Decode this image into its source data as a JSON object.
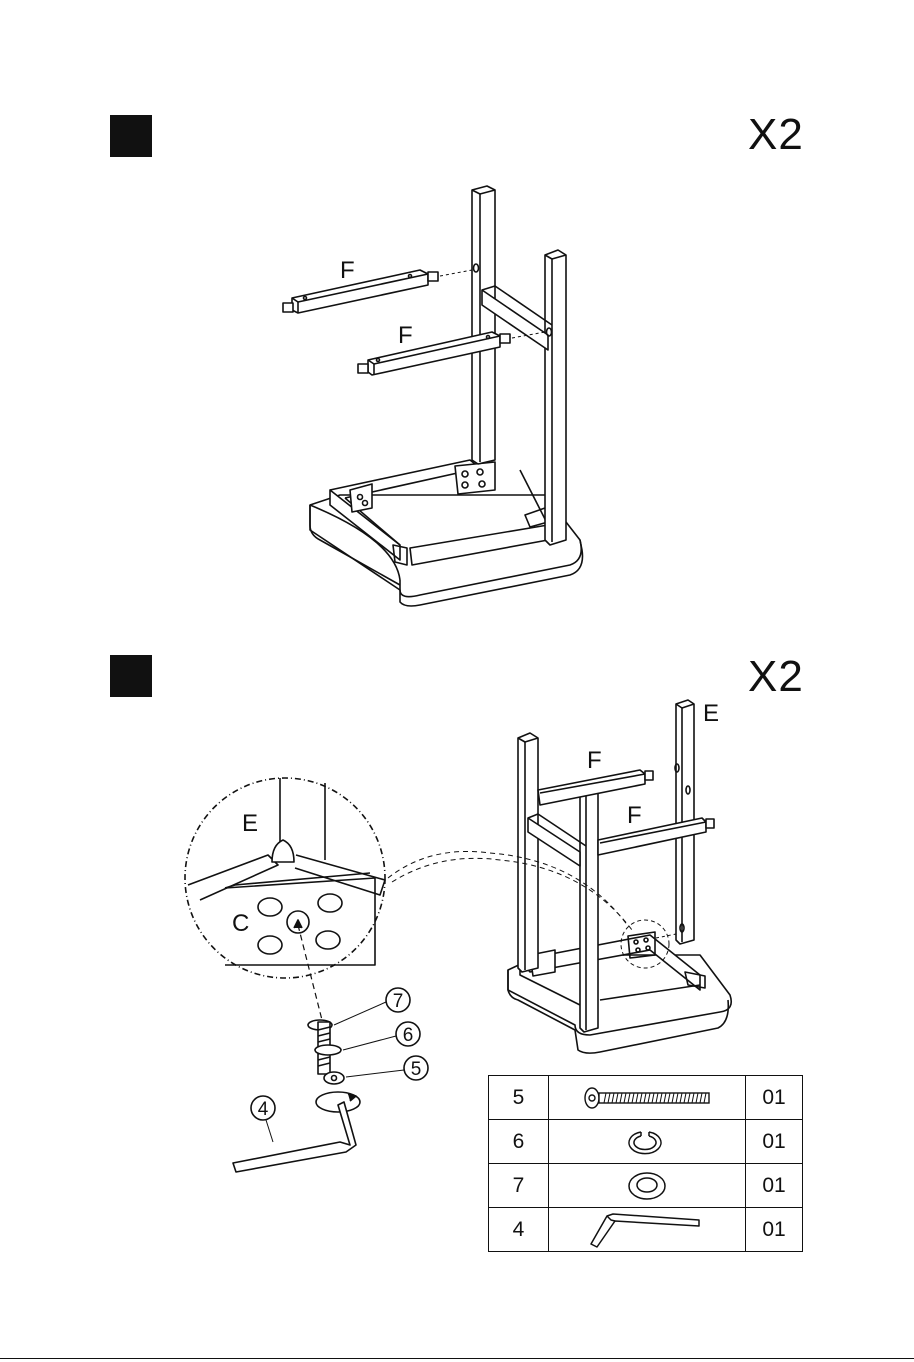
{
  "step1": {
    "quantity": "X2",
    "labels": {
      "rail_upper": "F",
      "rail_lower": "F"
    }
  },
  "step2": {
    "quantity": "X2",
    "labels": {
      "leg": "E",
      "rail_upper": "F",
      "rail_lower": "F"
    },
    "detail": {
      "leg_label": "E",
      "bracket_label": "C"
    },
    "callouts": {
      "washer": "7",
      "spring_washer": "6",
      "bolt": "5",
      "allen_key": "4"
    }
  },
  "hardware_table": {
    "rows": [
      {
        "number": "5",
        "item_icon": "bolt-icon",
        "count": "01"
      },
      {
        "number": "6",
        "item_icon": "spring-washer-icon",
        "count": "01"
      },
      {
        "number": "7",
        "item_icon": "flat-washer-icon",
        "count": "01"
      },
      {
        "number": "4",
        "item_icon": "allen-key-icon",
        "count": "01"
      }
    ]
  }
}
